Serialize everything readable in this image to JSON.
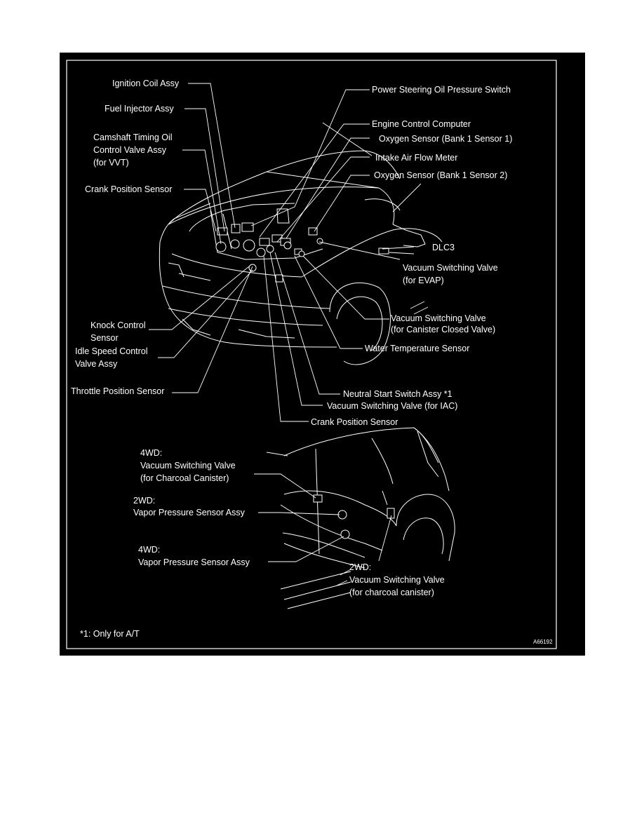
{
  "engine_labels": [
    {
      "id": "ignition-coil-assy",
      "text": "Ignition Coil Assy"
    },
    {
      "id": "fuel-injector-assy",
      "text": "Fuel Injector Assy"
    },
    {
      "id": "camshaft-timing-1",
      "text": "Camshaft Timing Oil"
    },
    {
      "id": "camshaft-timing-2",
      "text": "Control Valve Assy"
    },
    {
      "id": "camshaft-timing-3",
      "text": "(for VVT)"
    },
    {
      "id": "crank-position-sensor-top",
      "text": "Crank Position Sensor"
    },
    {
      "id": "power-steering-switch",
      "text": "Power Steering Oil Pressure Switch"
    },
    {
      "id": "engine-control-computer",
      "text": "Engine Control Computer"
    },
    {
      "id": "oxygen-sensor-b1s1",
      "text": "Oxygen Sensor (Bank 1 Sensor 1)"
    },
    {
      "id": "intake-air-flow-meter",
      "text": "Intake Air Flow Meter"
    },
    {
      "id": "oxygen-sensor-b1s2",
      "text": "Oxygen Sensor (Bank 1 Sensor 2)"
    },
    {
      "id": "dlc3",
      "text": "DLC3"
    },
    {
      "id": "vsv-evap-1",
      "text": "Vacuum Switching Valve"
    },
    {
      "id": "vsv-evap-2",
      "text": "(for EVAP)"
    },
    {
      "id": "vsv-canister-closed-1",
      "text": "Vacuum Switching Valve"
    },
    {
      "id": "vsv-canister-closed-2",
      "text": "(for Canister Closed Valve)"
    },
    {
      "id": "water-temperature-sensor",
      "text": "Water Temperature Sensor"
    },
    {
      "id": "knock-control-1",
      "text": "Knock Control"
    },
    {
      "id": "knock-control-2",
      "text": "Sensor"
    },
    {
      "id": "idle-speed-1",
      "text": "Idle Speed Control"
    },
    {
      "id": "idle-speed-2",
      "text": "Valve Assy"
    },
    {
      "id": "throttle-position-sensor",
      "text": "Throttle Position Sensor"
    },
    {
      "id": "neutral-start-switch",
      "text": "Neutral Start Switch Assy *1"
    },
    {
      "id": "vsv-iac",
      "text": "Vacuum Switching Valve (for IAC)"
    },
    {
      "id": "crank-position-sensor-bottom",
      "text": "Crank Position Sensor"
    }
  ],
  "rear_labels": [
    {
      "id": "4wd-vsv-1",
      "text": "4WD:"
    },
    {
      "id": "4wd-vsv-2",
      "text": "Vacuum Switching Valve"
    },
    {
      "id": "4wd-vsv-3",
      "text": "(for Charcoal Canister)"
    },
    {
      "id": "2wd-vps-1",
      "text": "2WD:"
    },
    {
      "id": "2wd-vps-2",
      "text": "Vapor Pressure Sensor Assy"
    },
    {
      "id": "4wd-vps-1",
      "text": "4WD:"
    },
    {
      "id": "4wd-vps-2",
      "text": "Vapor Pressure Sensor Assy"
    },
    {
      "id": "2wd-vsv-1",
      "text": "2WD:"
    },
    {
      "id": "2wd-vsv-2",
      "text": "Vacuum Switching Valve"
    },
    {
      "id": "2wd-vsv-3",
      "text": "(for charcoal canister)"
    }
  ],
  "footnote": "*1: Only for A/T",
  "figure_code": "A66192",
  "colors": {
    "background": "#000000",
    "line": "#ffffff",
    "page": "#ffffff"
  }
}
